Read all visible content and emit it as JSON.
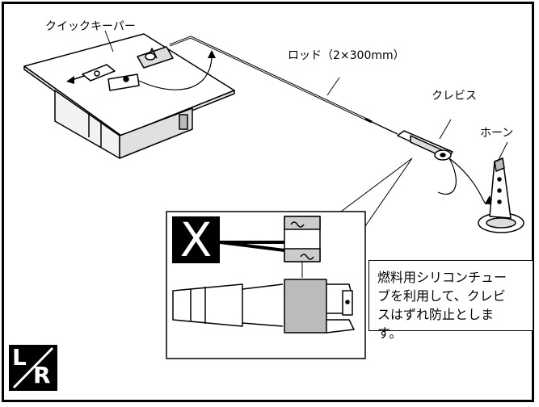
{
  "labels": {
    "keeper": "クイックキーパー",
    "rod": "ロッド（2×300mm）",
    "clevis": "クレビス",
    "horn": "ホーン"
  },
  "detail": {
    "badge": "X"
  },
  "note": {
    "lines": [
      "燃料用シリコンチュー",
      "ブを利用して、クレビ",
      "スはずれ防止としま",
      "す。"
    ]
  },
  "lr_badge": {
    "left": "L",
    "right": "R"
  }
}
